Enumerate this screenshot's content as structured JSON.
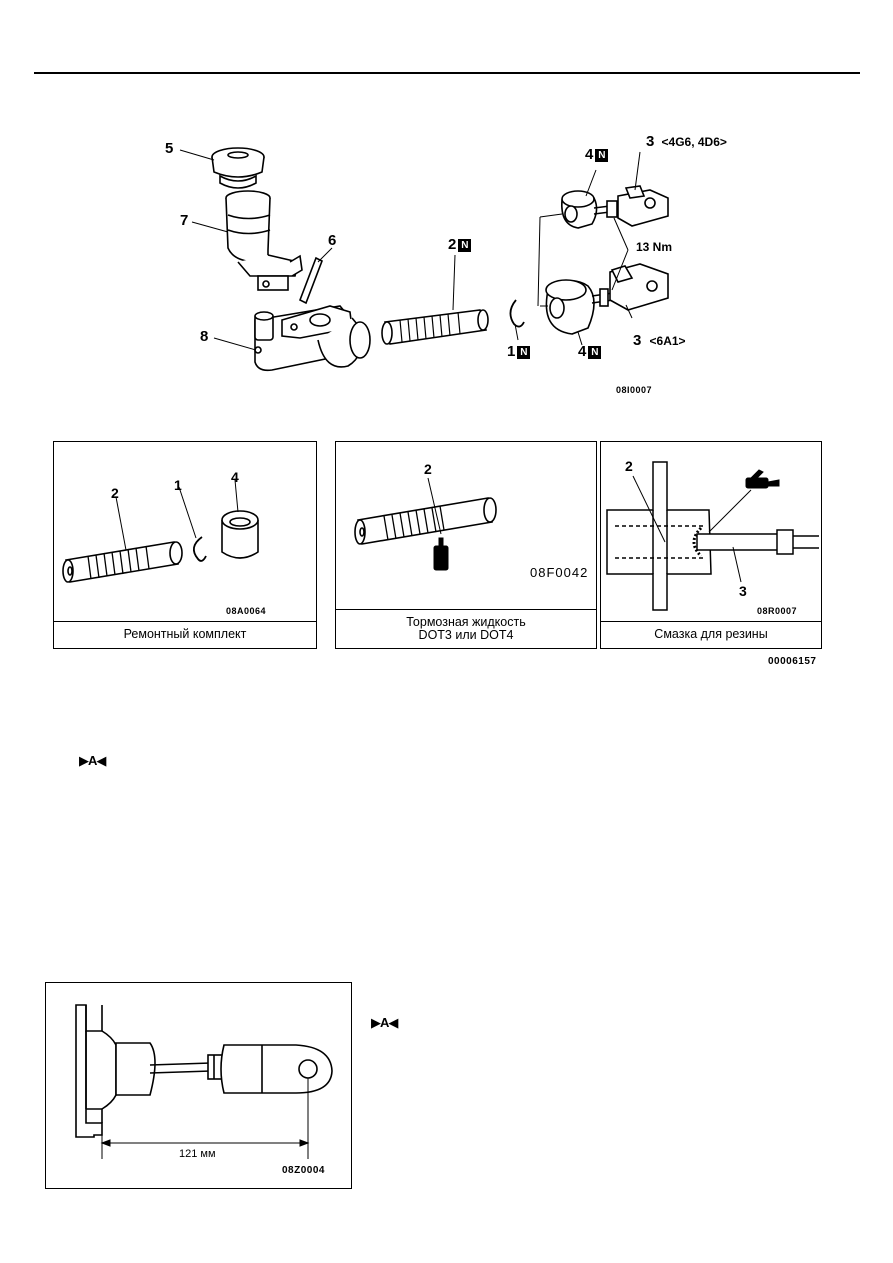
{
  "main_figure": {
    "parts": {
      "p5": "5",
      "p7": "7",
      "p6": "6",
      "p8": "8",
      "p2": "2",
      "p1": "1",
      "p4_top": "4",
      "p4_bottom": "4",
      "p3_top": "3",
      "p3_bottom": "3"
    },
    "n_mark": "N",
    "variant_top": "<4G6, 4D6>",
    "variant_bottom": "<6A1>",
    "torque": "13 Nm",
    "figure_code": "08I0007"
  },
  "panels": [
    {
      "labels": [
        "2",
        "1",
        "4"
      ],
      "code": "08A0064",
      "caption": "Ремонтный комплект"
    },
    {
      "labels": [
        "2"
      ],
      "code": "08F0042",
      "caption_line1": "Тормозная жидкость",
      "caption_line2": "DOT3 или DOT4"
    },
    {
      "labels": [
        "2",
        "3"
      ],
      "code": "08R0007",
      "caption": "Смазка для резины"
    }
  ],
  "panels_code": "00006157",
  "marker_text": "▶A◀",
  "bottom_figure": {
    "dimension": "121 мм",
    "code": "08Z0004"
  },
  "colors": {
    "ink": "#000000",
    "paper": "#ffffff"
  }
}
